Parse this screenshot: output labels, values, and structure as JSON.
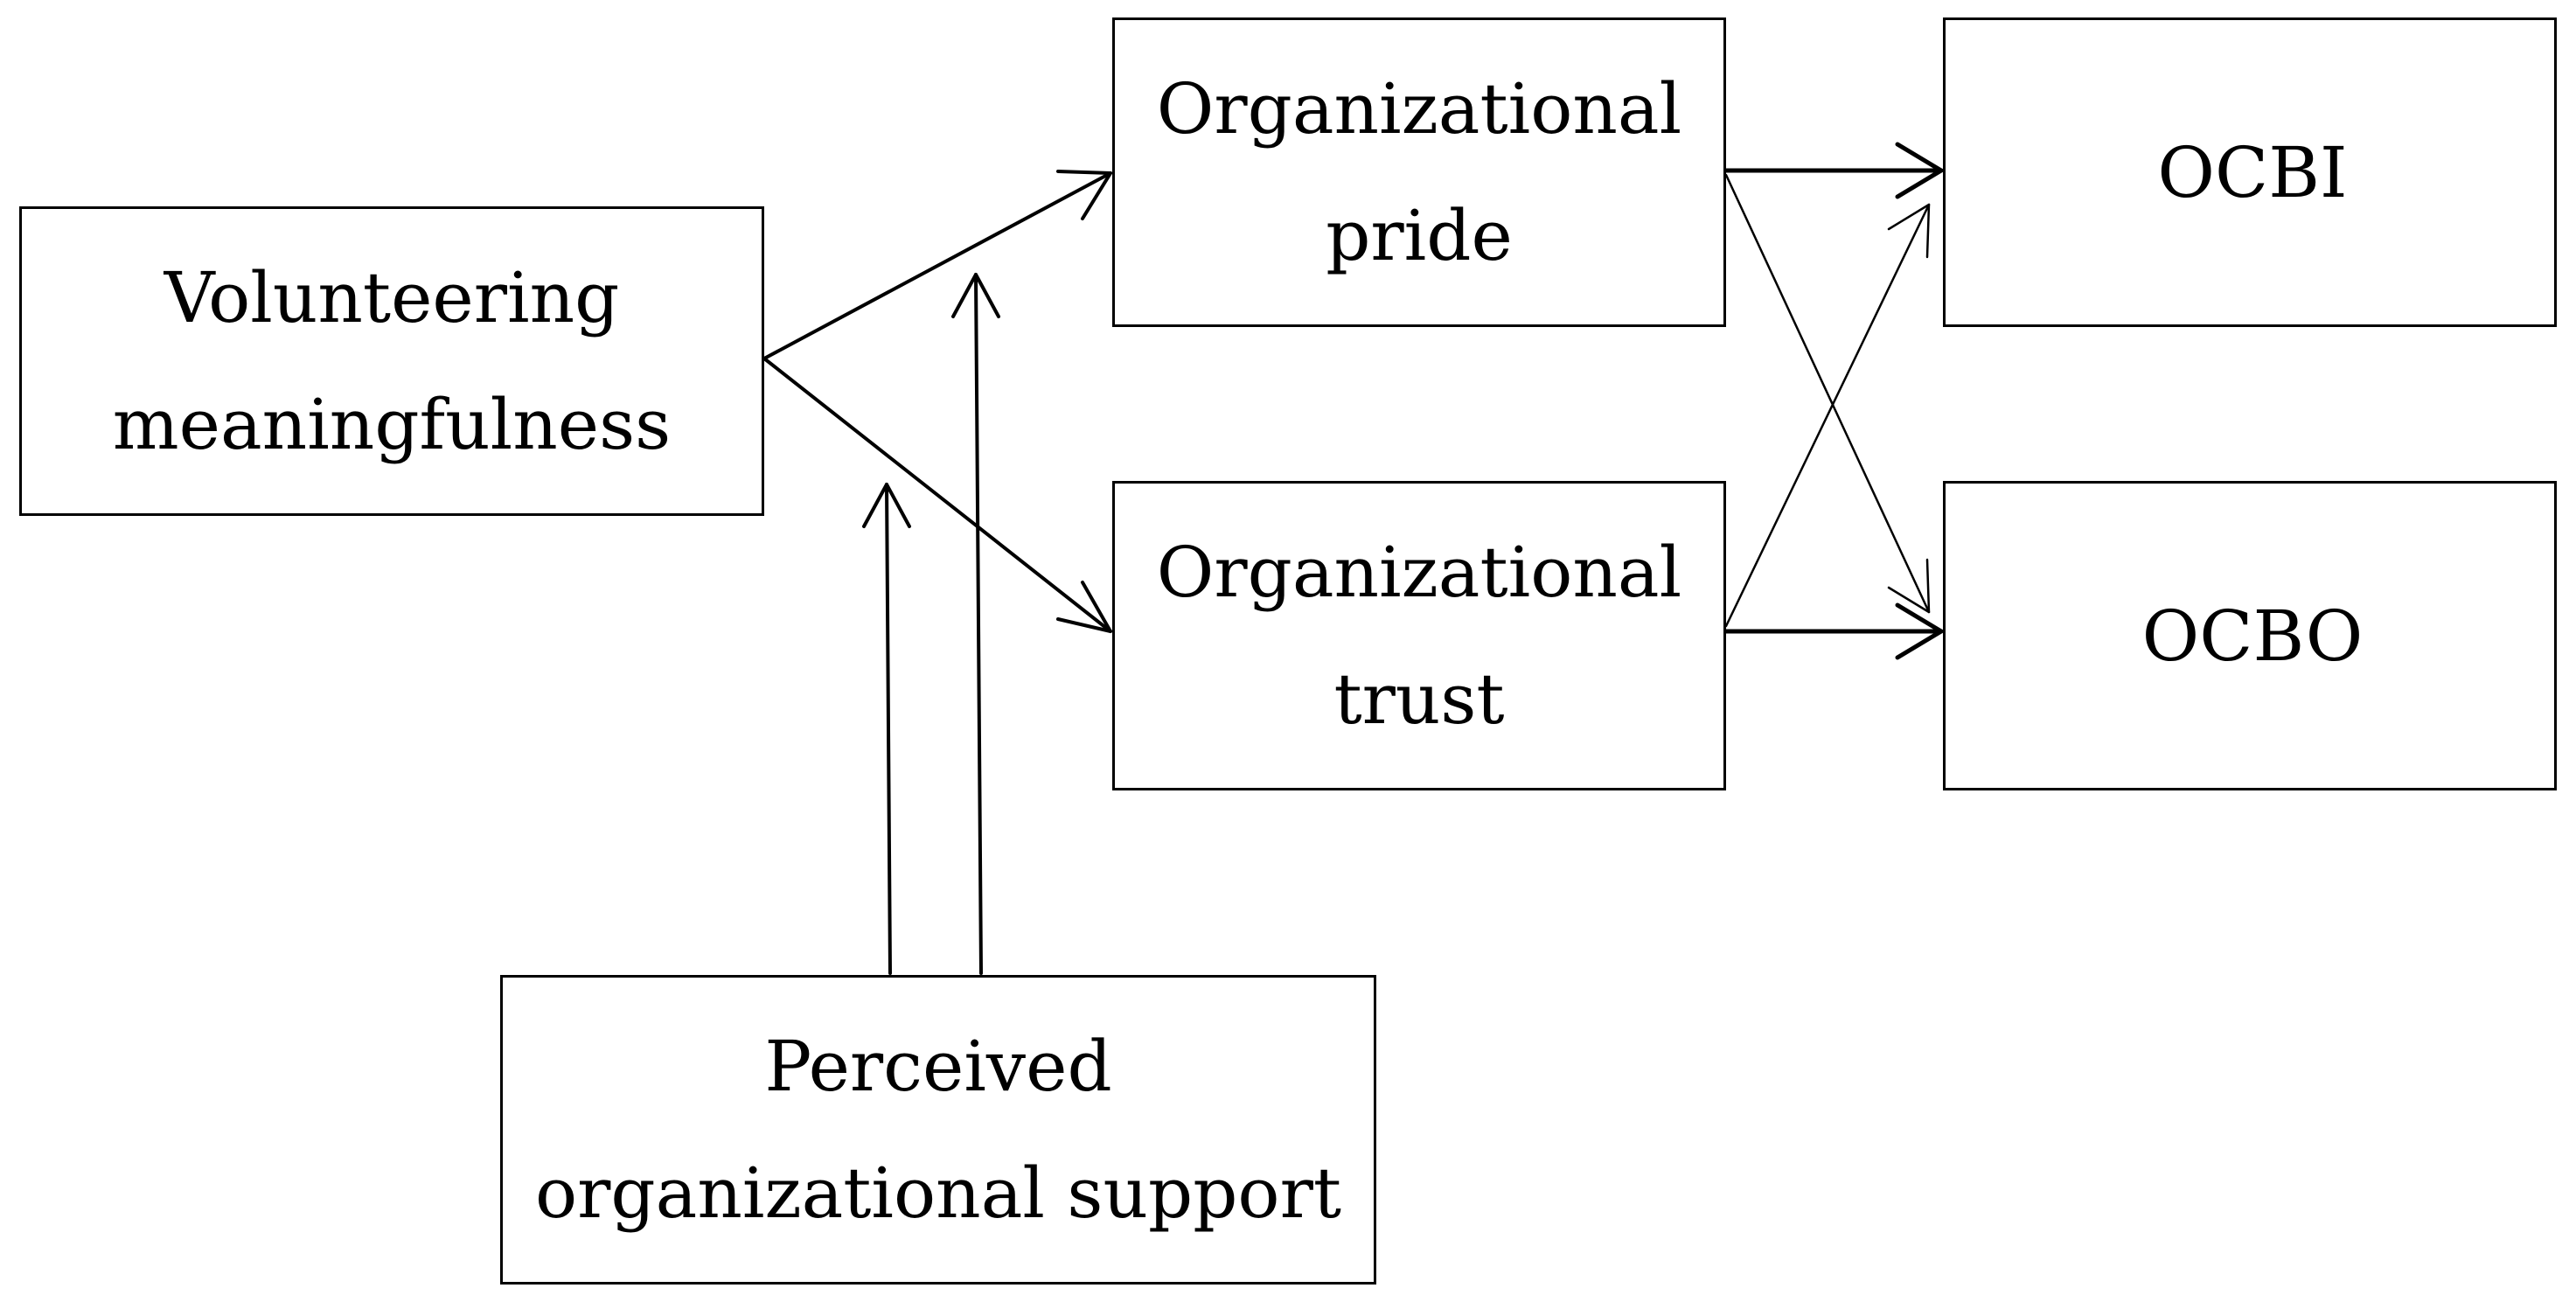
{
  "nodes": {
    "volunteering_meaningfulness": {
      "lines": [
        "Volunteering",
        "meaningfulness"
      ]
    },
    "organizational_pride": {
      "lines": [
        "Organizational",
        "pride"
      ]
    },
    "organizational_trust": {
      "lines": [
        "Organizational",
        "trust"
      ]
    },
    "ocbi": {
      "lines": [
        "OCBI"
      ]
    },
    "ocbo": {
      "lines": [
        "OCBO"
      ]
    },
    "perceived_organizational_support": {
      "lines": [
        "Perceived",
        "organizational support"
      ]
    }
  },
  "edges": [
    {
      "from": "volunteering_meaningfulness",
      "to": "organizational_pride"
    },
    {
      "from": "volunteering_meaningfulness",
      "to": "organizational_trust"
    },
    {
      "from": "organizational_pride",
      "to": "ocbi"
    },
    {
      "from": "organizational_pride",
      "to": "ocbo"
    },
    {
      "from": "organizational_trust",
      "to": "ocbi"
    },
    {
      "from": "organizational_trust",
      "to": "ocbo"
    },
    {
      "from": "perceived_organizational_support",
      "to": "volunteering_meaningfulness->organizational_trust",
      "type": "moderation"
    },
    {
      "from": "perceived_organizational_support",
      "to": "volunteering_meaningfulness->organizational_pride",
      "type": "moderation"
    }
  ],
  "colors": {
    "stroke": "#000000",
    "background": "#ffffff",
    "text": "#000000"
  }
}
